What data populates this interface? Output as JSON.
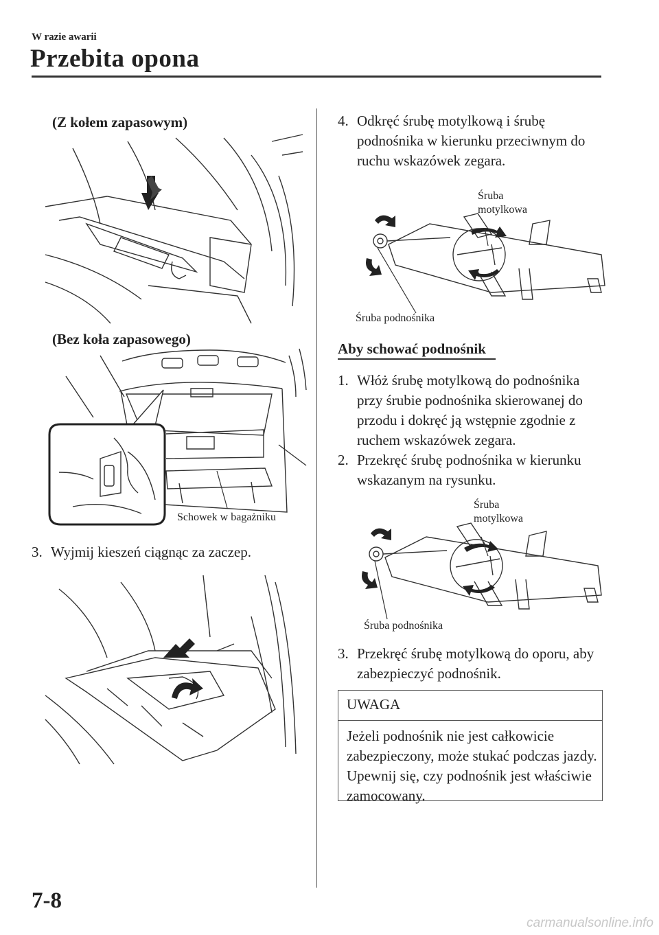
{
  "header": {
    "section": "W razie awarii",
    "title": "Przebita opona"
  },
  "left": {
    "caption_spare": "(Z kołem zapasowym)",
    "caption_nospare": "(Bez koła zapasowego)",
    "label_storage": "Schowek w bagażniku",
    "step3_num": "3.",
    "step3_text": "Wyjmij kieszeń ciągnąc za zaczep."
  },
  "right": {
    "step4_num": "4.",
    "step4_text": "Odkręć śrubę motylkową i śrubę podnośnika w kierunku przeciwnym do ruchu wskazówek zegara.",
    "fig1_label_wing_1": "Śruba",
    "fig1_label_wing_2": "motylkowa",
    "fig1_label_jack": "Śruba podnośnika",
    "subheading": "Aby schować podnośnik",
    "s1_num": "1.",
    "s1_text": "Włóż śrubę motylkową do podnośnika przy śrubie podnośnika skierowanej do przodu i dokręć ją wstępnie zgodnie z ruchem wskazówek zegara.",
    "s2_num": "2.",
    "s2_text": "Przekręć śrubę podnośnika w kierunku wskazanym na rysunku.",
    "fig2_label_wing_1": "Śruba",
    "fig2_label_wing_2": "motylkowa",
    "fig2_label_jack": "Śruba podnośnika",
    "s3_num": "3.",
    "s3_text": "Przekręć śrubę motylkową do oporu, aby zabezpieczyć podnośnik.",
    "note_title": "UWAGA",
    "note_text": "Jeżeli podnośnik nie jest całkowicie zabezpieczony, może stukać podczas jazdy. Upewnij się, czy podnośnik jest właściwie zamocowany."
  },
  "footer": {
    "page_number": "7-8",
    "watermark": "carmanualsonline.info"
  }
}
